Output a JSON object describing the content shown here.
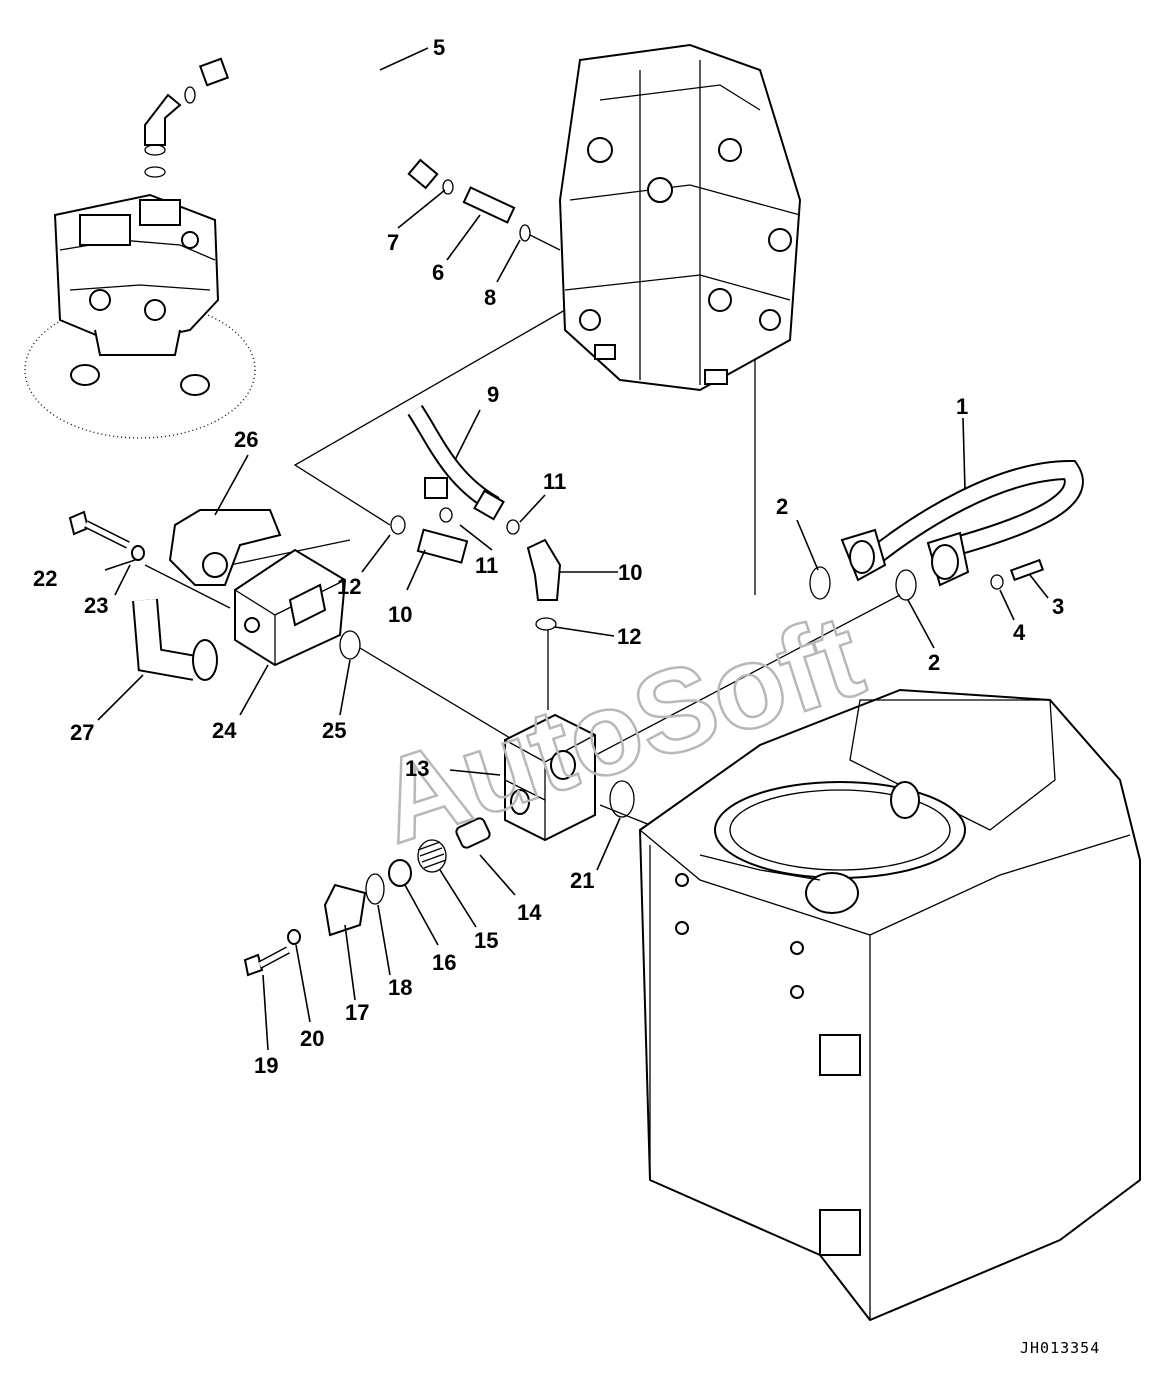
{
  "drawing_code": "JH013354",
  "watermark": "AutoSoft",
  "callouts": {
    "c1": "1",
    "c2a": "2",
    "c2b": "2",
    "c3": "3",
    "c4": "4",
    "c5": "5",
    "c6": "6",
    "c7": "7",
    "c8": "8",
    "c9": "9",
    "c10a": "10",
    "c10b": "10",
    "c11a": "11",
    "c11b": "11",
    "c12a": "12",
    "c12b": "12",
    "c13": "13",
    "c14": "14",
    "c15": "15",
    "c16": "16",
    "c17": "17",
    "c18": "18",
    "c19": "19",
    "c20": "20",
    "c21": "21",
    "c22": "22",
    "c23": "23",
    "c24": "24",
    "c25": "25",
    "c26": "26",
    "c27": "27"
  }
}
